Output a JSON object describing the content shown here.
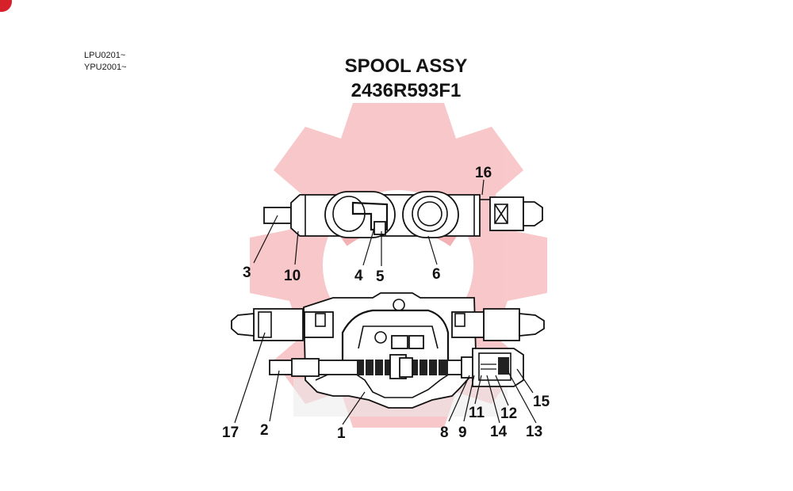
{
  "header": {
    "serials": [
      "LPU0201~",
      "YPU2001~"
    ],
    "title": "SPOOL ASSY",
    "part_number": "2436R593F1"
  },
  "colors": {
    "watermark": "#f5b5b7",
    "corner_mark": "#d6202a",
    "line": "#111111"
  },
  "callouts": {
    "top_view": [
      "16",
      "3",
      "10",
      "4",
      "5",
      "6"
    ],
    "bottom_view": [
      "17",
      "2",
      "1",
      "8",
      "9",
      "11",
      "12",
      "14",
      "13",
      "15"
    ]
  }
}
